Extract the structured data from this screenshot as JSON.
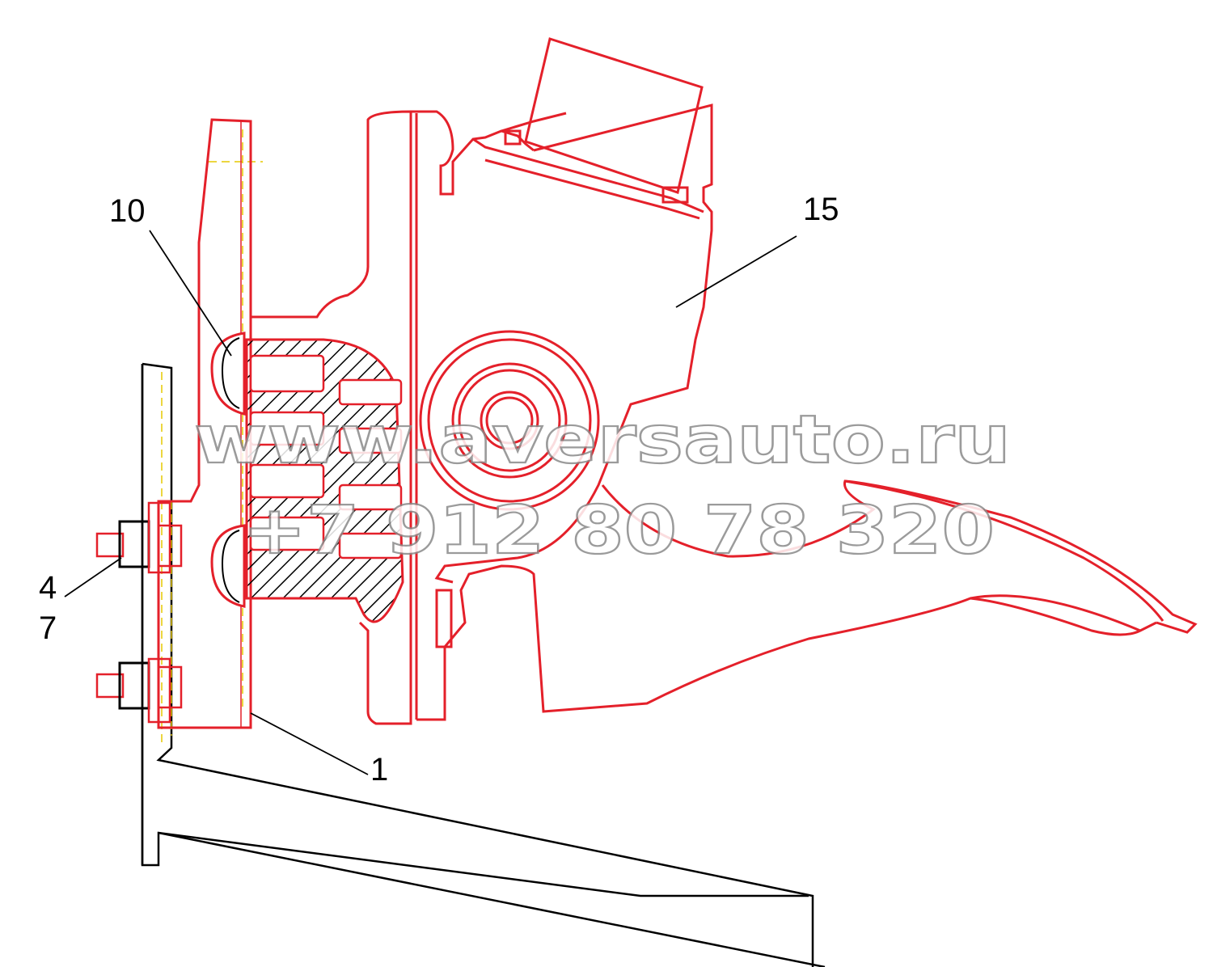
{
  "callouts": {
    "c10": "10",
    "c15": "15",
    "c4": "4",
    "c7": "7",
    "c1": "1"
  },
  "watermark": {
    "site": "www.aversauto.ru",
    "phone": "+7 912 80 78 320"
  },
  "colors": {
    "part_outline": "#e4202a",
    "frame_outline": "#000000",
    "centerline": "#e6c800"
  }
}
